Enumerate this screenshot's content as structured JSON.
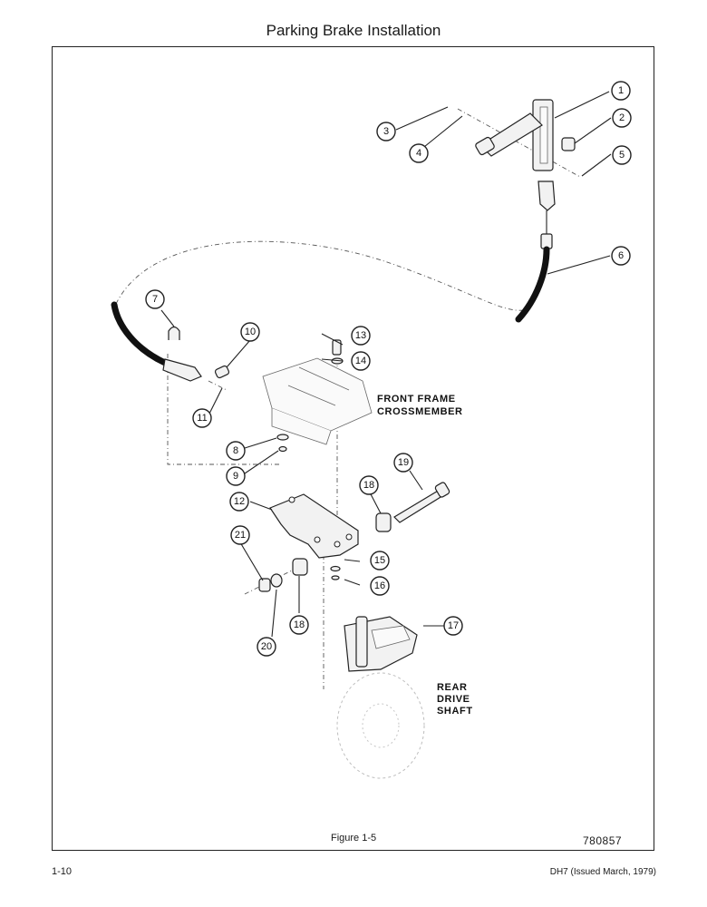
{
  "page": {
    "title": "Parking Brake Installation",
    "figure_caption": "Figure 1-5",
    "figure_number": "780857",
    "page_number": "1-10",
    "document_ref": "DH7 (Issued March, 1979)"
  },
  "labels": {
    "front_frame_line1": "FRONT  FRAME",
    "front_frame_line2": "CROSSMEMBER",
    "rear_line1": "REAR",
    "rear_line2": "DRIVE",
    "rear_line3": "SHAFT"
  },
  "callouts": {
    "c1": "1",
    "c2": "2",
    "c3": "3",
    "c4": "4",
    "c5": "5",
    "c6": "6",
    "c7": "7",
    "c8": "8",
    "c9": "9",
    "c10": "10",
    "c11": "11",
    "c12": "12",
    "c13": "13",
    "c14": "14",
    "c15": "15",
    "c16": "16",
    "c17": "17",
    "c18a": "18",
    "c18b": "18",
    "c19": "19",
    "c20": "20",
    "c21": "21"
  }
}
